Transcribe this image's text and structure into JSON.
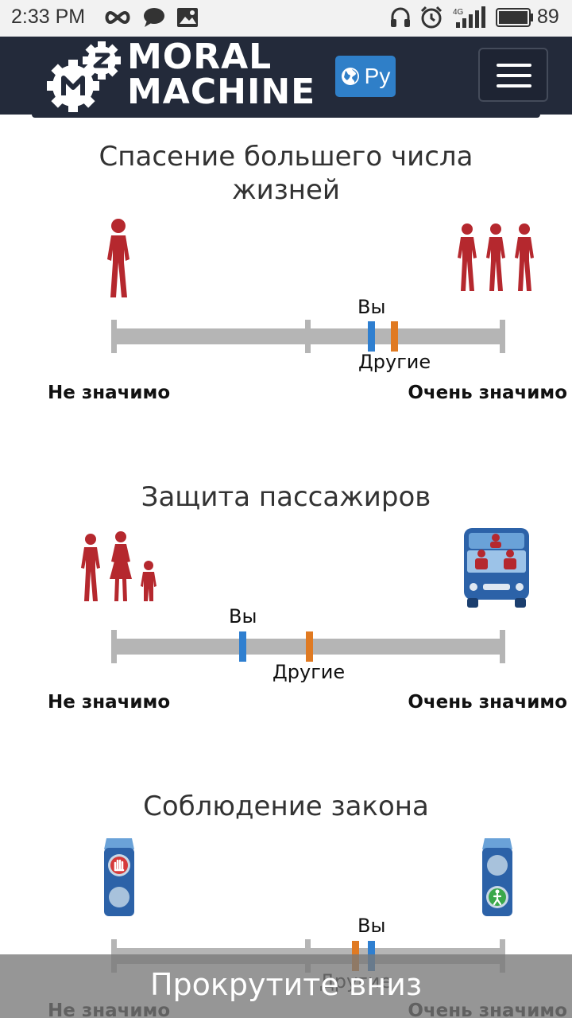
{
  "status_bar": {
    "time": "2:33 PM",
    "battery": "89",
    "network": "4G"
  },
  "header": {
    "logo_line1": "MORAL",
    "logo_line2": "MACHINE",
    "language_label": "Ру",
    "colors": {
      "background": "#232a3a",
      "language_button": "#2f7fc8"
    }
  },
  "scale": {
    "you_label": "Вы",
    "others_label": "Другие",
    "left_end": "Не значимо",
    "right_end": "Очень значимо",
    "colors": {
      "you": "#2f7fd0",
      "others": "#e07a22",
      "track": "#b5b5b5"
    }
  },
  "sections": [
    {
      "title": "Спасение большего числа жизней",
      "left_icon": "single-person-icon",
      "right_icon": "group-of-three-icon",
      "you_value": 0.66,
      "others_value": 0.72
    },
    {
      "title": "Защита пассажиров",
      "left_icon": "pedestrian-family-icon",
      "right_icon": "car-with-passengers-icon",
      "you_value": 0.33,
      "others_value": 0.5
    },
    {
      "title": "Соблюдение закона",
      "left_icon": "red-traffic-light-icon",
      "right_icon": "green-traffic-light-icon",
      "you_value": 0.66,
      "others_value": 0.62
    }
  ],
  "banner": {
    "text": "Прокрутите вниз"
  }
}
